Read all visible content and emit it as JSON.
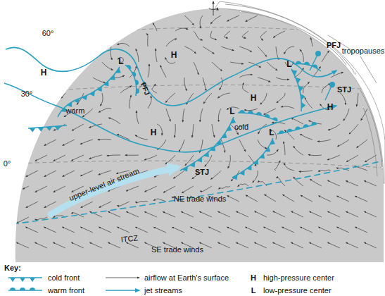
{
  "diagram": {
    "labels": [
      "60°",
      "30°",
      "0°",
      "H",
      "H",
      "H",
      "H",
      "H",
      "L",
      "L",
      "L",
      "L",
      "PFJ",
      "PFJ",
      "STJ",
      "STJ",
      "tropopauses",
      "warm",
      "cold",
      "upper-level air stream",
      "NE trade winds",
      "ITCZ",
      "SE trade winds",
      "Key:",
      "H",
      "L"
    ],
    "legend": [
      {
        "text": "cold front"
      },
      {
        "text": "warm front"
      },
      {
        "text": "airflow at Earth's surface"
      },
      {
        "text": "jet streams"
      },
      {
        "text": "high-pressure center"
      },
      {
        "text": "low-pressure center"
      }
    ]
  }
}
